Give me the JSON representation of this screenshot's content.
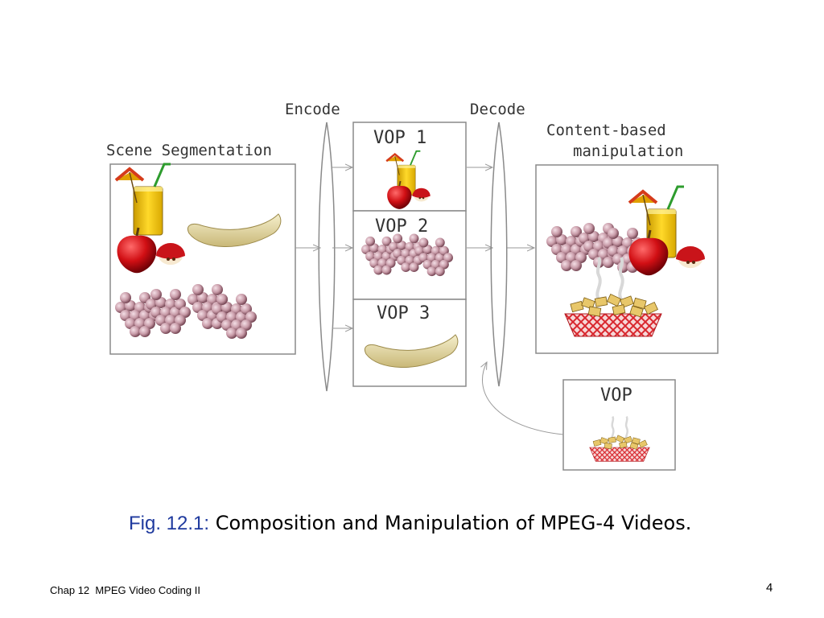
{
  "figure": {
    "labels": {
      "scene_segmentation": "Scene Segmentation",
      "encode": "Encode",
      "decode": "Decode",
      "content_based_line1": "Content-based",
      "content_based_line2": "manipulation",
      "vop1": "VOP 1",
      "vop2": "VOP 2",
      "vop3": "VOP 3",
      "vop": "VOP"
    }
  },
  "caption": {
    "fig_number": "Fig. 12.1:",
    "text": " Composition and Manipulation of MPEG-4 Videos."
  },
  "footer": {
    "chapter": "Chap 12  MPEG Video Coding II",
    "page_number": "4"
  },
  "colors": {
    "caption_number": "#1f3a9e",
    "frame_border": "#8a8a8a",
    "arrow": "#9a9a9a"
  }
}
